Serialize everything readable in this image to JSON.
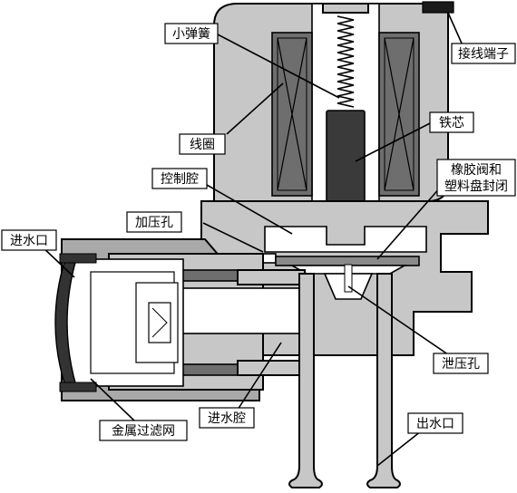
{
  "labels": {
    "small_spring": "小弹簧",
    "terminal": "接线端子",
    "iron_core": "铁芯",
    "coil": "线圈",
    "rubber_valve_line1": "橡胶阀和",
    "rubber_valve_line2": "塑料盘封闭",
    "control_chamber": "控制腔",
    "pressurizing_hole": "加压孔",
    "water_inlet": "进水口",
    "relief_hole": "泄压孔",
    "inlet_chamber": "进水腔",
    "metal_filter": "金属过滤网",
    "water_outlet": "出水口"
  },
  "colors": {
    "light_metal": "#c7c7c7",
    "mid_metal": "#a9a9a9",
    "dark_metal": "#6e6e6e",
    "outline": "#000000",
    "label_bg": "#ffffff"
  }
}
